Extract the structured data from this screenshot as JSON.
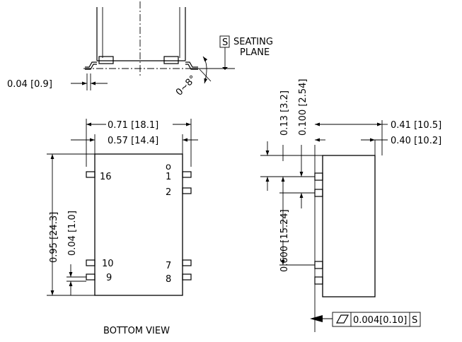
{
  "side_view": {
    "seating_datum": "S",
    "seating_label_line1": "SEATING",
    "seating_label_line2": "PLANE",
    "lead_thickness": "0.04 [0.9]",
    "lead_angle": "0~8°"
  },
  "bottom_view": {
    "title": "BOTTOM VIEW",
    "width_overall": "0.71 [18.1]",
    "width_body": "0.57 [14.4]",
    "length_overall": "0.95 [24.3]",
    "pin_width": "0.04 [1.0]",
    "pin1_marker": "o",
    "pins": {
      "p16": "16",
      "p1": "1",
      "p2": "2",
      "p10": "10",
      "p9": "9",
      "p7": "7",
      "p8": "8"
    }
  },
  "end_view": {
    "height_overall": "0.41 [10.5]",
    "height_body": "0.40 [10.2]",
    "pin_offset": "0.13 [3.2]",
    "pin_pitch": "0.100 [2.54]",
    "row_span": "0.600 [15.24]",
    "flatness_value": "0.004[0.10]",
    "flatness_datum": "S"
  }
}
